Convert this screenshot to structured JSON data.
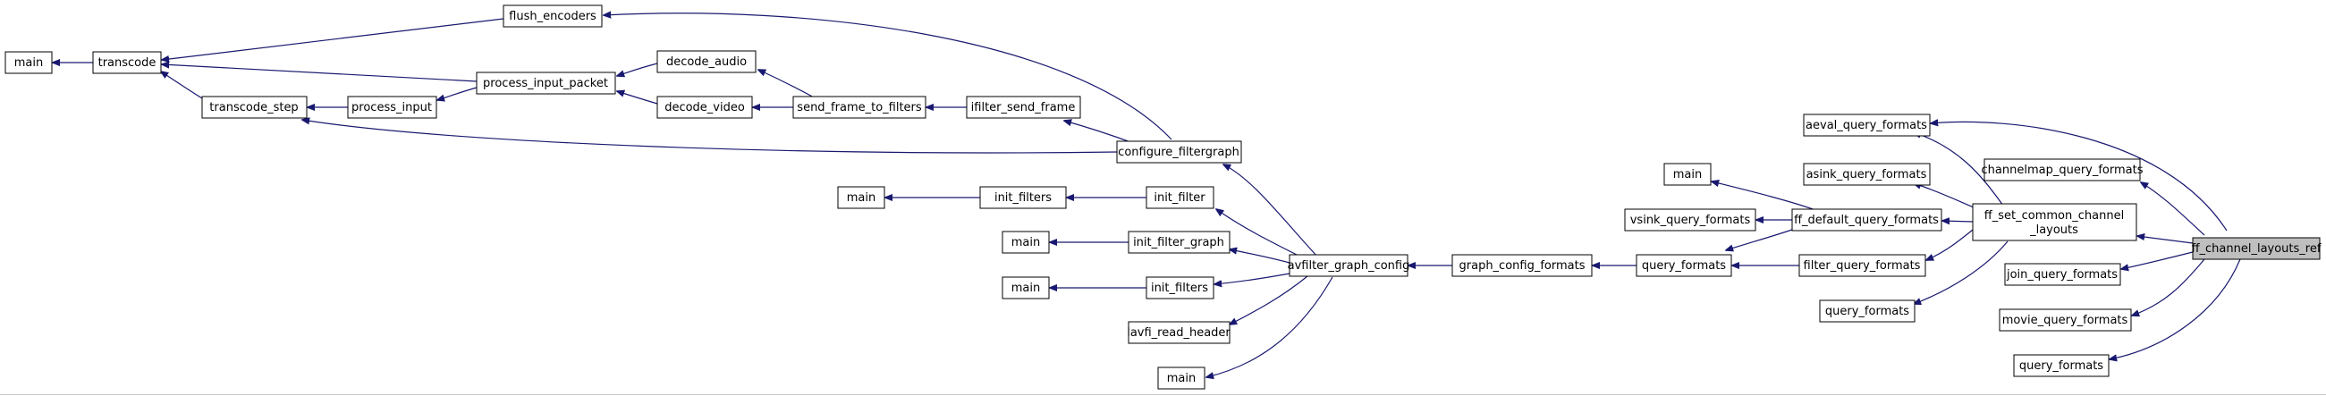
{
  "graph": {
    "colors": {
      "edge": "#191970",
      "node_border": "#000000",
      "node_fill": "#ffffff",
      "root_fill": "#bfbfbf"
    },
    "nodes": {
      "main_a": "main",
      "transcode": "transcode",
      "flush_encoders": "flush_encoders",
      "process_input_packet": "process_input_packet",
      "transcode_step": "transcode_step",
      "process_input": "process_input",
      "decode_audio": "decode_audio",
      "decode_video": "decode_video",
      "send_frame_to_filters": "send_frame_to_filters",
      "ifilter_send_frame": "ifilter_send_frame",
      "configure_filtergraph": "configure_filtergraph",
      "main_b": "main",
      "init_filters_a": "init_filters",
      "init_filter": "init_filter",
      "main_c": "main",
      "init_filter_graph": "init_filter_graph",
      "main_d": "main",
      "init_filters_b": "init_filters",
      "lavfi_read_header": "lavfi_read_header",
      "main_e": "main",
      "avfilter_graph_config": "avfilter_graph_config",
      "graph_config_formats": "graph_config_formats",
      "query_formats_a": "query_formats",
      "main_f": "main",
      "vsink_query_formats": "vsink_query_formats",
      "aeval_query_formats": "aeval_query_formats",
      "asink_query_formats": "asink_query_formats",
      "ff_default_query_formats": "ff_default_query_formats",
      "filter_query_formats": "filter_query_formats",
      "query_formats_b": "query_formats",
      "ff_set_common_channel_layouts_1": "ff_set_common_channel",
      "ff_set_common_channel_layouts_2": "_layouts",
      "channelmap_query_formats": "channelmap_query_formats",
      "join_query_formats": "join_query_formats",
      "movie_query_formats": "movie_query_formats",
      "query_formats_c": "query_formats",
      "ff_channel_layouts_ref": "ff_channel_layouts_ref"
    }
  }
}
